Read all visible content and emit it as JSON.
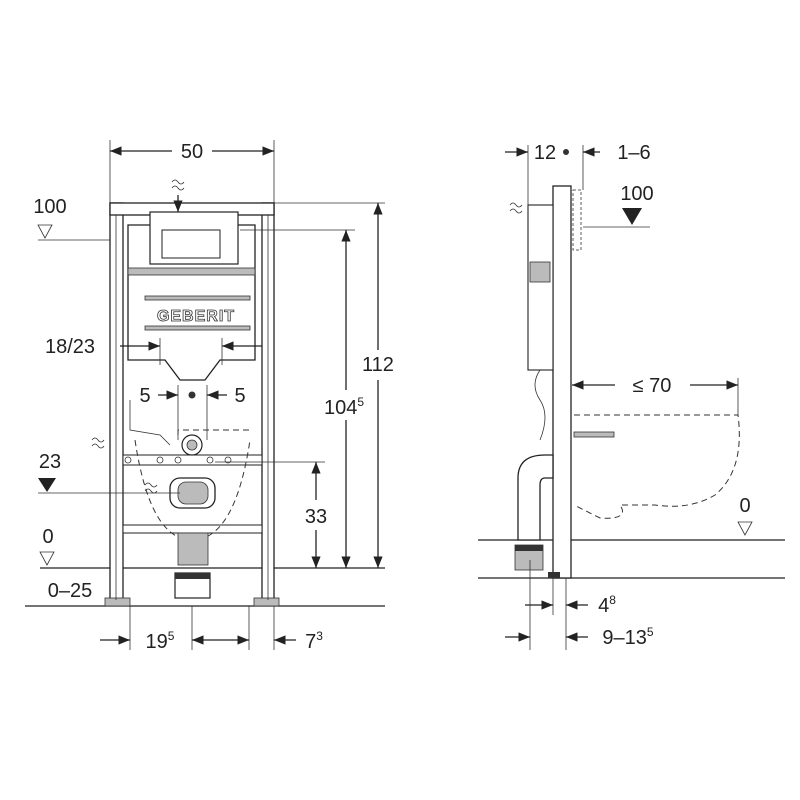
{
  "front_view": {
    "width": "50",
    "top_level": "100",
    "inlet_spacing": "18/23",
    "offset_left": "5",
    "offset_right": "5",
    "total_height": "112",
    "frame_height": {
      "main": "104",
      "sup": "5"
    },
    "outlet_level": "23",
    "outlet_height": "33",
    "floor_level": "0",
    "adjust_range": "0–25",
    "foot_spacing": {
      "main": "19",
      "sup": "5"
    },
    "foot_offset": {
      "main": "7",
      "sup": "3"
    },
    "logo": "GEBERIT"
  },
  "side_view": {
    "depth": "12",
    "wall_range": "1–6",
    "top_level": "100",
    "bowl_depth": "≤ 70",
    "floor_level": "0",
    "frame_offset": {
      "main": "4",
      "sup": "8"
    },
    "wall_distance": {
      "main": "9–13",
      "sup": "5"
    }
  }
}
